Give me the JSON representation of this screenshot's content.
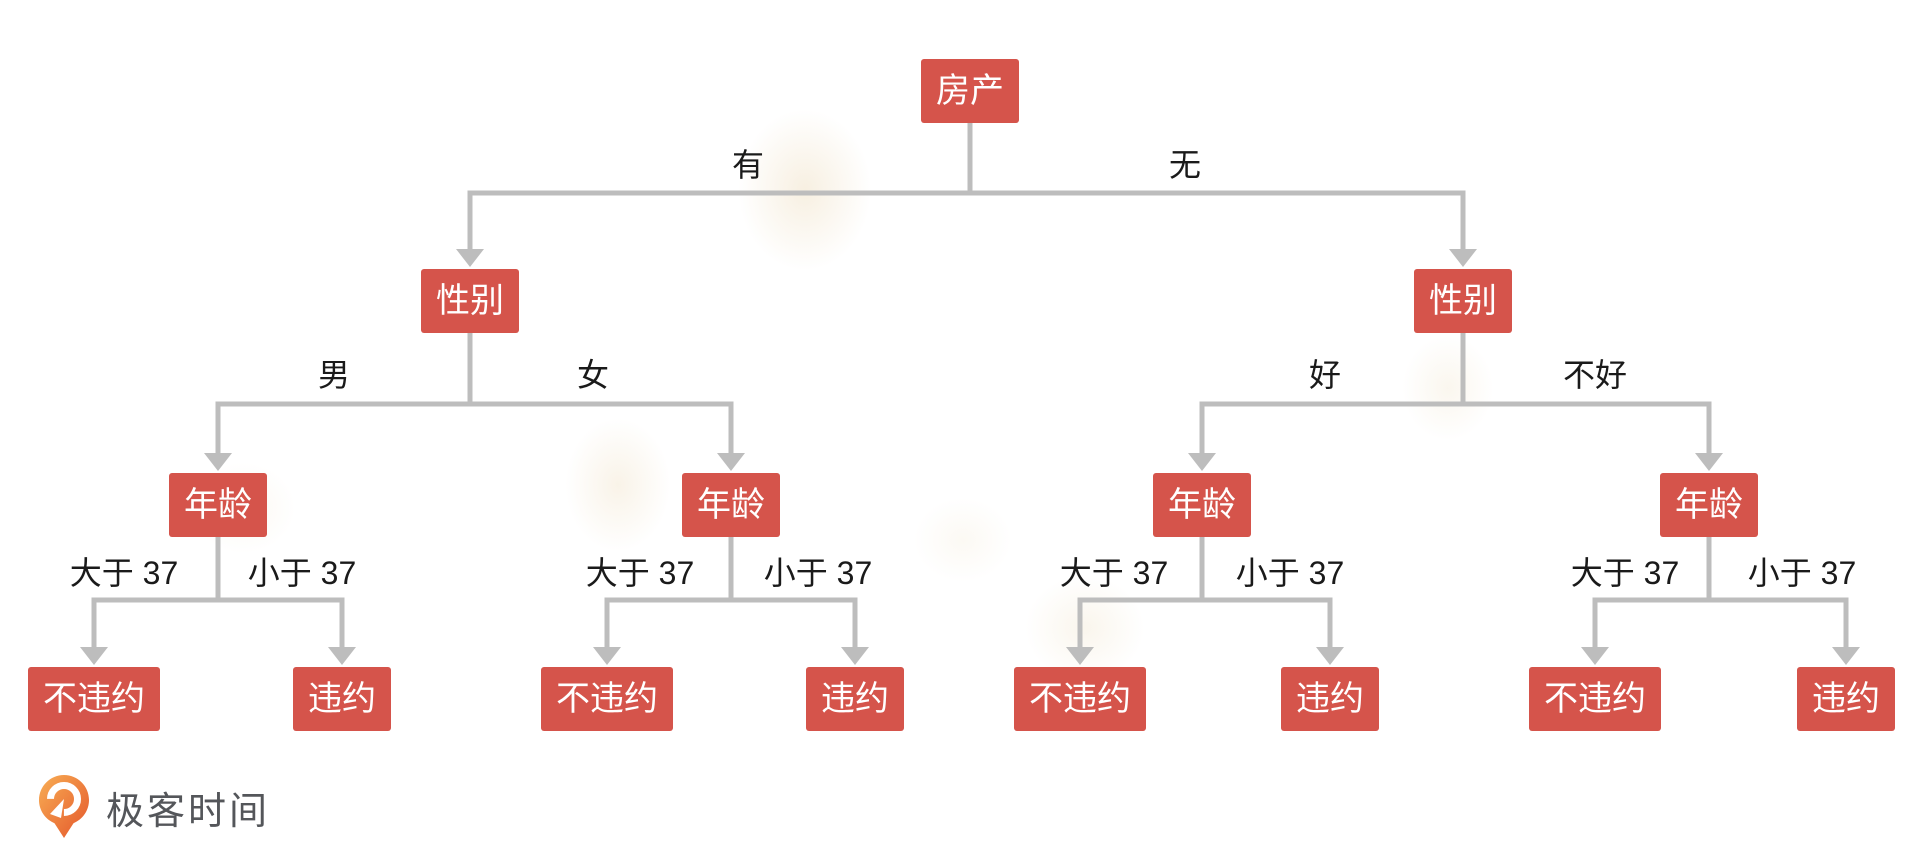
{
  "diagram_title": "loan-default-decision-tree",
  "colors": {
    "node_fill": "#D5544B",
    "node_text": "#FFFFFF",
    "connector": "#BDBDBD",
    "edge_label_text": "#1A1A1A",
    "brand_orange_light": "#F8AE54",
    "brand_orange_dark": "#E4562B",
    "brand_text": "#54565A",
    "background": "#FFFFFF"
  },
  "tree": {
    "label": "房产",
    "children": [
      {
        "edge": "有",
        "label": "性别",
        "children": [
          {
            "edge": "男",
            "label": "年龄",
            "children": [
              {
                "edge": "大于 37",
                "label": "不违约",
                "children": []
              },
              {
                "edge": "小于 37",
                "label": "违约",
                "children": []
              }
            ]
          },
          {
            "edge": "女",
            "label": "年龄",
            "children": [
              {
                "edge": "大于 37",
                "label": "不违约",
                "children": []
              },
              {
                "edge": "小于 37",
                "label": "违约",
                "children": []
              }
            ]
          }
        ]
      },
      {
        "edge": "无",
        "label": "性别",
        "children": [
          {
            "edge": "好",
            "label": "年龄",
            "children": [
              {
                "edge": "大于 37",
                "label": "不违约",
                "children": []
              },
              {
                "edge": "小于 37",
                "label": "违约",
                "children": []
              }
            ]
          },
          {
            "edge": "不好",
            "label": "年龄",
            "children": [
              {
                "edge": "大于 37",
                "label": "不违约",
                "children": []
              },
              {
                "edge": "小于 37",
                "label": "违约",
                "children": []
              }
            ]
          }
        ]
      }
    ]
  },
  "footer": {
    "brand": "极客时间"
  }
}
